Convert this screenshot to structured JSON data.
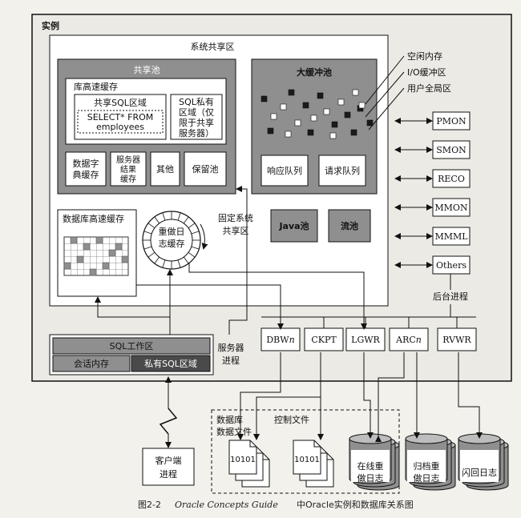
{
  "instance": {
    "label": "实例"
  },
  "sga": {
    "label": "系统共享区",
    "shared_pool": {
      "label": "共享池",
      "library_cache": {
        "label": "库高速缓存",
        "shared_sql": {
          "title": "共享SQL区域",
          "stmt_line1": "SELECT* FROM",
          "stmt_line2": "employees"
        },
        "private_sql": {
          "line1": "SQL私有",
          "line2": "区域（仅",
          "line3": "限于共享",
          "line4": "服务器）"
        }
      },
      "data_dict": {
        "line1": "数据字",
        "line2": "典缓存"
      },
      "server_result": {
        "line1": "服务器",
        "line2": "结果",
        "line3": "缓存"
      },
      "other": "其他",
      "reserved": "保留池"
    },
    "large_pool": {
      "label": "大缓冲池",
      "response_queue": "响应队列",
      "request_queue": "请求队列",
      "legend": {
        "free": "空闲内存",
        "io": "I/O缓冲区",
        "uga": "用户全局区"
      }
    },
    "db_buffer_cache": {
      "label": "数据库高速缓存"
    },
    "redo_log_buffer": {
      "line1": "重做日",
      "line2": "志缓存"
    },
    "fixed_sga": {
      "line1": "固定系统",
      "line2": "共享区"
    },
    "java_pool": "Java池",
    "streams_pool": "流池"
  },
  "pga": {
    "sql_work": "SQL工作区",
    "session_memory": "会话内存",
    "private_sql": "私有SQL区域",
    "server_process": {
      "line1": "服务器",
      "line2": "进程"
    }
  },
  "bg_processes": [
    "PMON",
    "SMON",
    "RECO",
    "MMON",
    "MMML",
    "Others"
  ],
  "bg_label": "后台进程",
  "writer_processes": [
    {
      "prefix": "DBW",
      "suffix": "n"
    },
    {
      "prefix": "CKPT",
      "suffix": ""
    },
    {
      "prefix": "LGWR",
      "suffix": ""
    },
    {
      "prefix": "ARC",
      "suffix": "n"
    },
    {
      "prefix": "RVWR",
      "suffix": ""
    }
  ],
  "client": {
    "line1": "客户端",
    "line2": "进程"
  },
  "database": {
    "datafiles": {
      "line1": "数据库",
      "line2": "数据文件"
    },
    "control_files": "控制文件",
    "file_code": "10101",
    "online_redo": {
      "line1": "在线重",
      "line2": "做日志"
    },
    "archived_redo": {
      "line1": "归档重",
      "line2": "做日志"
    },
    "flashback": "闪回日志"
  },
  "caption": {
    "fig": "图2-2",
    "book": "Oracle Concepts Guide",
    "rest": "中Oracle实例和数据库关系图"
  },
  "colors": {
    "dark": "#4a4a4a",
    "mid": "#8a8a8a",
    "light": "#bdbdbd",
    "page": "#f3f1ec",
    "line": "#111111"
  }
}
